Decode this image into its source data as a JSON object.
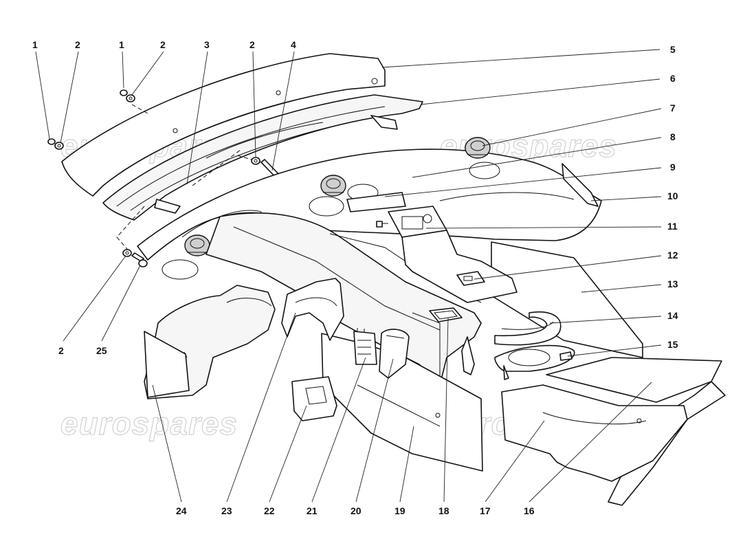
{
  "watermark": "eurospares",
  "callouts": [
    {
      "id": "c-1a",
      "label": "1"
    },
    {
      "id": "c-2a",
      "label": "2"
    },
    {
      "id": "c-1b",
      "label": "1"
    },
    {
      "id": "c-2b",
      "label": "2"
    },
    {
      "id": "c-3",
      "label": "3"
    },
    {
      "id": "c-2c",
      "label": "2"
    },
    {
      "id": "c-4",
      "label": "4"
    },
    {
      "id": "c-5",
      "label": "5"
    },
    {
      "id": "c-6",
      "label": "6"
    },
    {
      "id": "c-7",
      "label": "7"
    },
    {
      "id": "c-8",
      "label": "8"
    },
    {
      "id": "c-9",
      "label": "9"
    },
    {
      "id": "c-10",
      "label": "10"
    },
    {
      "id": "c-11",
      "label": "11"
    },
    {
      "id": "c-12",
      "label": "12"
    },
    {
      "id": "c-13",
      "label": "13"
    },
    {
      "id": "c-14",
      "label": "14"
    },
    {
      "id": "c-15",
      "label": "15"
    },
    {
      "id": "c-2d",
      "label": "2"
    },
    {
      "id": "c-25",
      "label": "25"
    },
    {
      "id": "c-24",
      "label": "24"
    },
    {
      "id": "c-23",
      "label": "23"
    },
    {
      "id": "c-22",
      "label": "22"
    },
    {
      "id": "c-21",
      "label": "21"
    },
    {
      "id": "c-20",
      "label": "20"
    },
    {
      "id": "c-19",
      "label": "19"
    },
    {
      "id": "c-18",
      "label": "18"
    },
    {
      "id": "c-17",
      "label": "17"
    },
    {
      "id": "c-16",
      "label": "16"
    }
  ]
}
